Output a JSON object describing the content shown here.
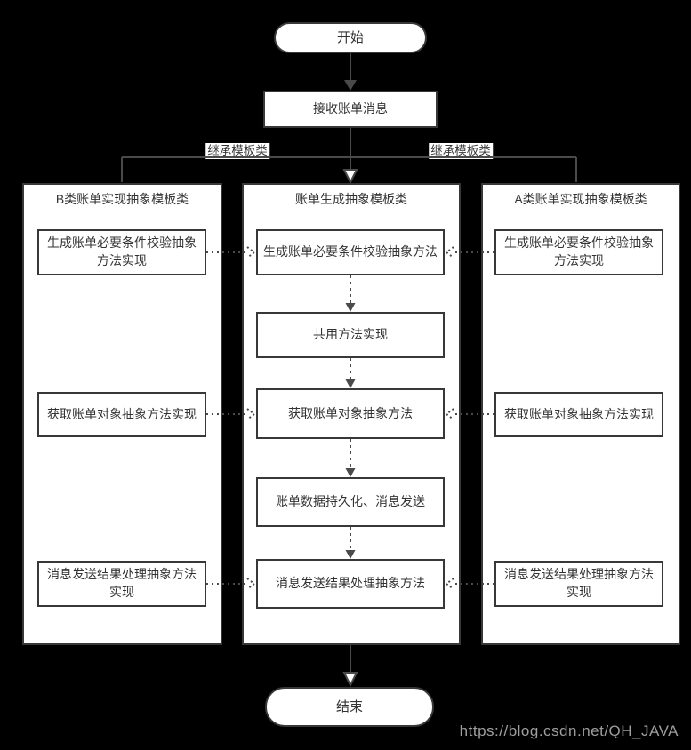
{
  "diagram": {
    "background": "#000000",
    "watermark": "https://blog.csdn.net/QH_JAVA",
    "start_label": "开始",
    "receive_label": "接收账单消息",
    "end_label": "结束",
    "inherit_left_label": "继承模板类",
    "inherit_right_label": "继承模板类",
    "columns": {
      "left": {
        "title": "B类账单实现抽象模板类",
        "boxes": [
          "生成账单必要条件校验抽象方法实现",
          "获取账单对象抽象方法实现",
          "消息发送结果处理抽象方法实现"
        ]
      },
      "middle": {
        "title": "账单生成抽象模板类",
        "boxes": [
          "生成账单必要条件校验抽象方法",
          "共用方法实现",
          "获取账单对象抽象方法",
          "账单数据持久化、消息发送",
          "消息发送结果处理抽象方法"
        ]
      },
      "right": {
        "title": "A类账单实现抽象模板类",
        "boxes": [
          "生成账单必要条件校验抽象方法实现",
          "获取账单对象抽象方法实现",
          "消息发送结果处理抽象方法实现"
        ]
      }
    },
    "colors": {
      "line": "#4a4a4a",
      "border": "#383838",
      "text": "#333333",
      "node_fill": "#ffffff",
      "watermark_text": "#9e9e9e"
    }
  }
}
